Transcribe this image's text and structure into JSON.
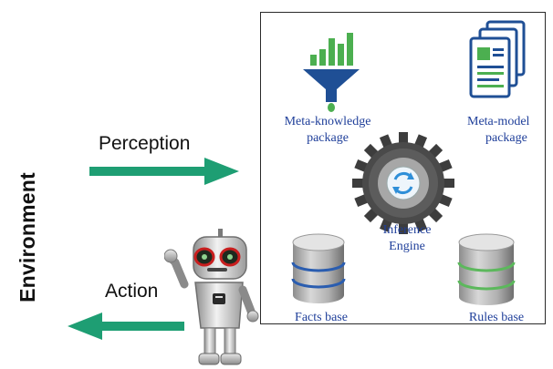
{
  "environment": {
    "label": "Environment"
  },
  "flows": {
    "perception_label": "Perception",
    "action_label": "Action",
    "color": "#1e9e73"
  },
  "panel": {
    "meta_knowledge": {
      "line1": "Meta-knowledge",
      "line2": "package",
      "icon": "funnel-chart-icon"
    },
    "meta_model": {
      "line1": "Meta-model",
      "line2": "package",
      "icon": "document-stack-icon"
    },
    "inference": {
      "line1": "Inference",
      "line2": "Engine",
      "icon": "gear-sync-icon"
    },
    "facts": {
      "label": "Facts base",
      "icon": "database-blue-icon"
    },
    "rules": {
      "label": "Rules base",
      "icon": "database-green-icon"
    },
    "label_color": "#1f3f9a"
  },
  "robot": {
    "icon": "robot-agent-icon"
  }
}
